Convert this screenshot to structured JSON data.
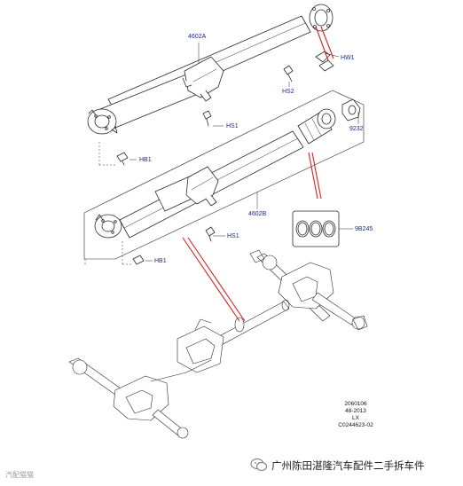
{
  "callouts": {
    "shaft_a": "4602A",
    "shaft_b": "4602B",
    "hw1": "HW1",
    "hs2": "HS2",
    "hs1_top": "HS1",
    "hs1_bottom": "HS1",
    "hb1_top": "HB1",
    "hb1_bottom": "HB1",
    "c9232": "9232",
    "c9b245": "9B245"
  },
  "drawing_info": {
    "line1": "2060106",
    "line2": "48-2013",
    "line3": "LX",
    "line4": "C0244623-02"
  },
  "watermark": {
    "account": "广州陈田湛隆汽车配件二手拆车件",
    "site": "汽配猫猫"
  },
  "colors": {
    "ink": "#2a2a2a",
    "label": "#1a2a8a",
    "highlight": "#e02020"
  }
}
